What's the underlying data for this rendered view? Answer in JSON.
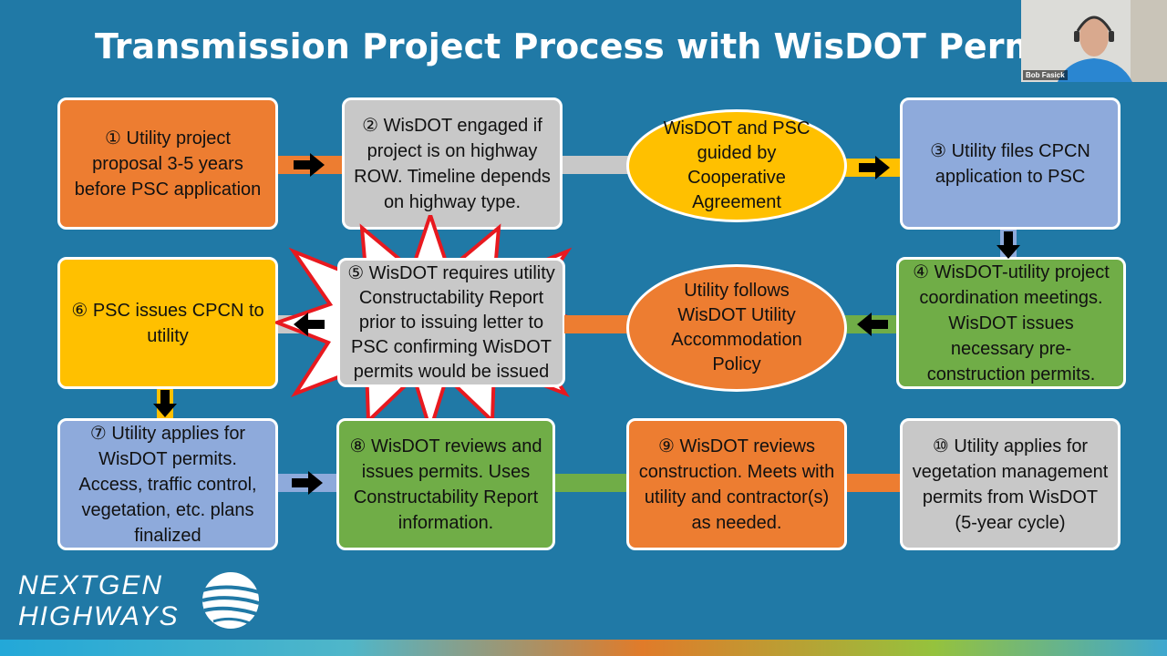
{
  "slide": {
    "title": "Transmission Project Process with WisDOT Permits",
    "steps": {
      "s1": "① Utility project proposal 3-5 years before PSC application",
      "s2": "② WisDOT engaged if project is on highway ROW. Timeline depends on highway type.",
      "coop": "WisDOT and PSC guided by Cooperative Agreement",
      "s3": "③ Utility files CPCN application to PSC",
      "s4": "④ WisDOT-utility project coordination meetings. WisDOT issues necessary pre-construction permits.",
      "policy": "Utility follows WisDOT Utility Accommodation Policy",
      "s5": "⑤ WisDOT requires utility Constructability Report prior to issuing letter to PSC confirming WisDOT permits would be issued",
      "s6": "⑥ PSC issues CPCN to utility",
      "s7": "⑦ Utility applies for WisDOT permits. Access, traffic control, vegetation, etc. plans finalized",
      "s8": "⑧ WisDOT reviews and issues permits. Uses Constructability Report information.",
      "s9": "⑨ WisDOT reviews construction. Meets with utility and contractor(s) as needed.",
      "s10": "⑩ Utility applies for vegetation management permits from WisDOT (5-year cycle)"
    },
    "logo": {
      "line1": "NEXTGEN",
      "line2": "HIGHWAYS"
    }
  },
  "webcam": {
    "name": "Bob Fasick"
  },
  "colors": {
    "background": "#2079a6",
    "orange": "#ed7d31",
    "gray": "#c8c8c8",
    "yellow": "#ffc000",
    "blue": "#8eaadb",
    "green": "#70ad47",
    "starburst": "#e8191f"
  },
  "icons": [
    "arrow-right-icon",
    "arrow-left-icon",
    "arrow-down-icon",
    "starburst-icon",
    "logo-swoosh-icon"
  ]
}
